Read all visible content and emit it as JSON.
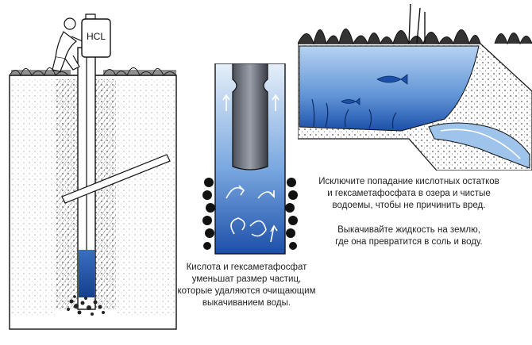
{
  "tank_label": "HCL",
  "captions": {
    "particles": "Кислота и гексаметафосфат\nуменьшат размер частиц,\nкоторые удаляются очищающим\nвыкачиванием воды.",
    "avoid_lakes": "Исключите попадание кислотных остатков\nи гексаметафосфата в озера и чистые\nводоемы, чтобы не причинить вред.",
    "pump_out": "Выкачивайте жидкость на землю,\nгде она превратится в соль и воду."
  },
  "colors": {
    "water_dark": "#1c4fa8",
    "water_light": "#9fc4ec",
    "outline": "#111111",
    "soil_dots": "#555555"
  }
}
